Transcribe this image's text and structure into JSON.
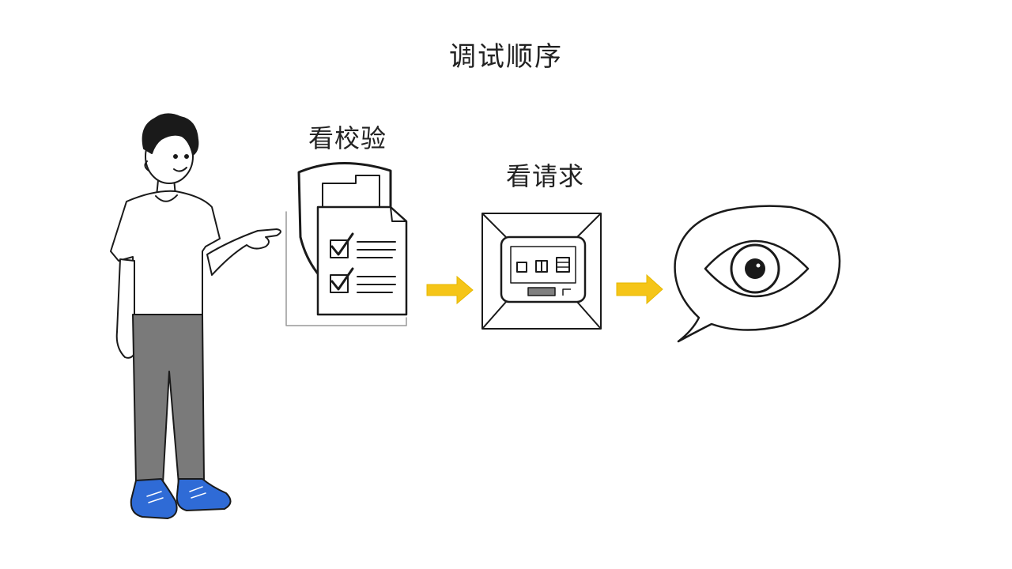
{
  "diagram": {
    "title": "调试顺序",
    "steps": [
      {
        "label": "看校验",
        "icon": "shield-checklist-icon"
      },
      {
        "label": "看请求",
        "icon": "request-window-icon"
      },
      {
        "label": "",
        "icon": "eye-speech-bubble-icon"
      }
    ],
    "arrow_color": "#f5c518",
    "person": {
      "shirt": "#ffffff",
      "pants": "#7a7a7a",
      "shoes": "#2f6bd6"
    }
  }
}
